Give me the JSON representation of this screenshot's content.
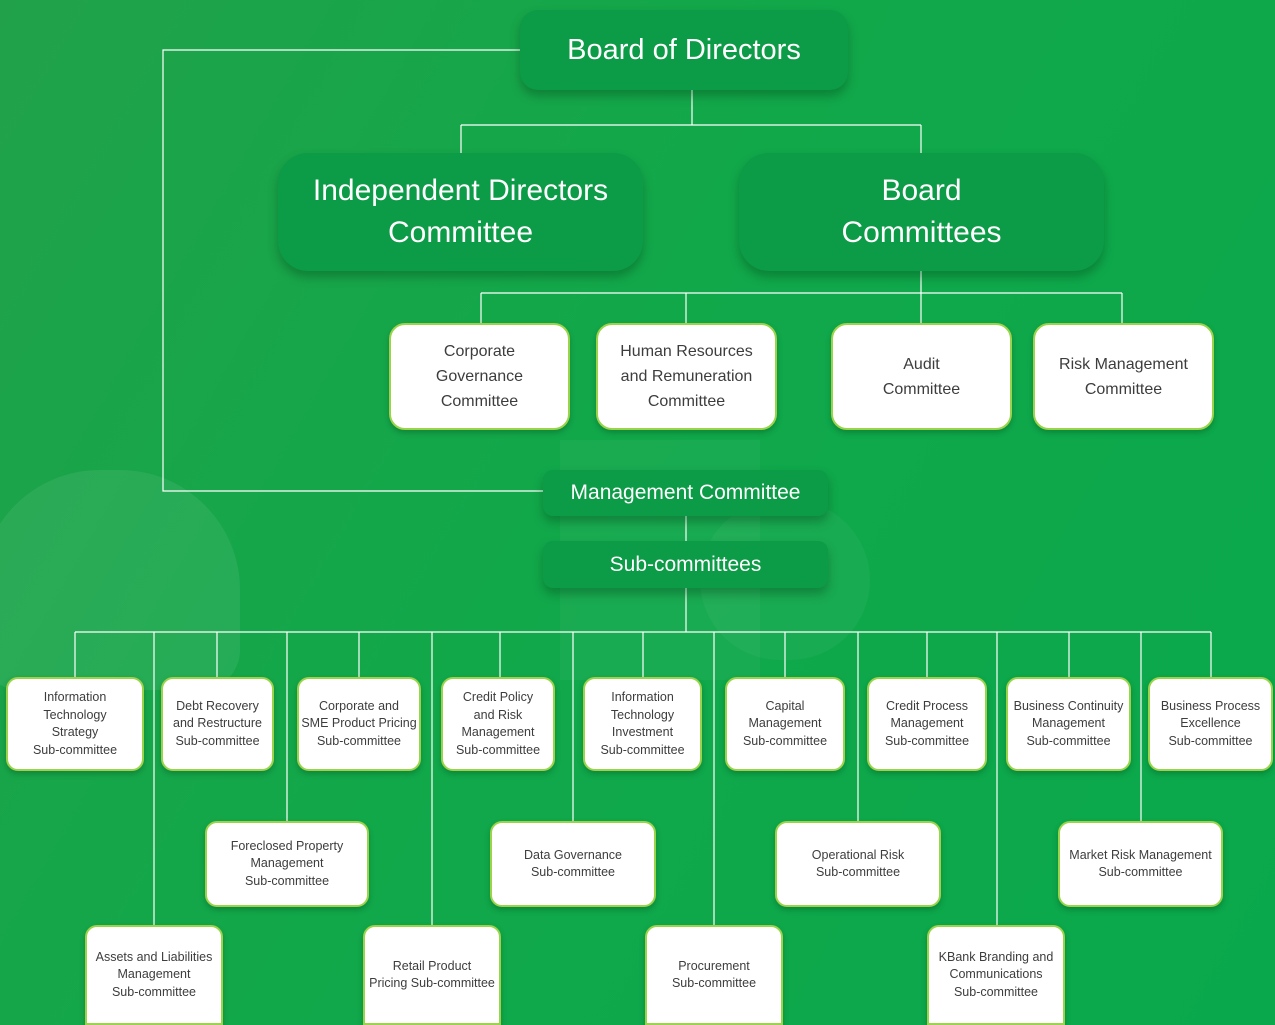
{
  "board": "Board of Directors",
  "independent": "Independent Directors\nCommittee",
  "board_committees": "Board\nCommittees",
  "committees": {
    "corporate_governance": "Corporate\nGovernance\nCommittee",
    "human_resources": "Human Resources\nand Remuneration\nCommittee",
    "audit": "Audit\nCommittee",
    "risk_management": "Risk Management\nCommittee"
  },
  "management": "Management Committee",
  "subcommittees_header": "Sub-committees",
  "subcommittees": {
    "it_strategy": "Information\nTechnology\nStrategy\nSub-committee",
    "debt_recovery": "Debt Recovery\nand Restructure\nSub-committee",
    "sme_pricing": "Corporate and\nSME Product Pricing\nSub-committee",
    "credit_policy": "Credit Policy\nand Risk\nManagement\nSub-committee",
    "it_investment": "Information\nTechnology\nInvestment\nSub-committee",
    "capital": "Capital\nManagement\nSub-committee",
    "credit_process": "Credit Process\nManagement\nSub-committee",
    "business_continuity": "Business Continuity\nManagement\nSub-committee",
    "process_excellence": "Business Process\nExcellence\nSub-committee",
    "foreclosed": "Foreclosed Property\nManagement\nSub-committee",
    "data_governance": "Data Governance\nSub-committee",
    "operational_risk": "Operational Risk\nSub-committee",
    "market_risk": "Market Risk Management\nSub-committee",
    "assets_liabilities": "Assets and Liabilities\nManagement\nSub-committee",
    "retail_pricing": "Retail Product\nPricing Sub-committee",
    "procurement": "Procurement\nSub-committee",
    "branding": "KBank Branding and\nCommunications\nSub-committee"
  }
}
